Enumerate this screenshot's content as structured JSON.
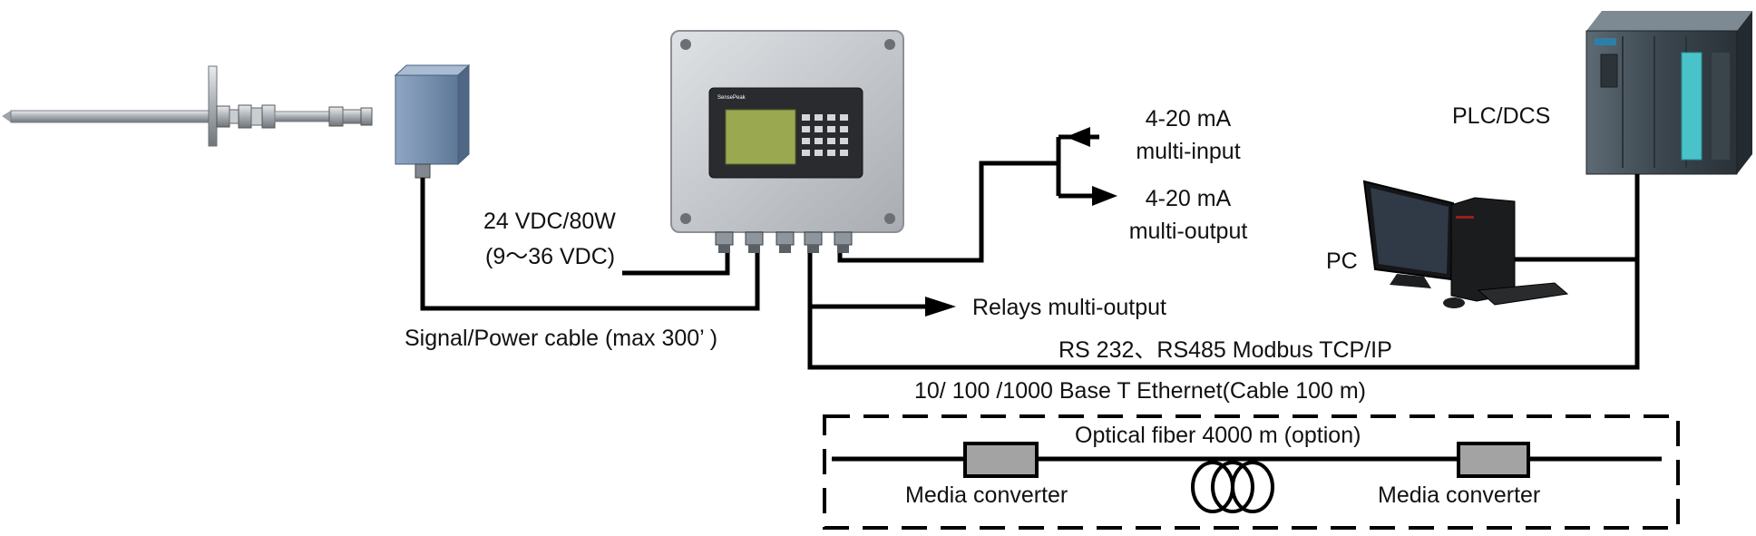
{
  "labels": {
    "power_line1": "24 VDC/80W",
    "power_line2": "(9～36 VDC)",
    "signal_cable": "Signal/Power  cable (max 300’ )",
    "input_line1": "4-20 mA",
    "input_line2": "multi-input",
    "output_line1": "4-20 mA",
    "output_line2": "multi-output",
    "relays": "Relays multi-output",
    "plc": "PLC/DCS",
    "pc": "PC",
    "rs": "RS 232、RS485 Modbus TCP/IP",
    "ethernet": "10/ 100 /1000 Base T Ethernet(Cable 100 m)",
    "fiber": "Optical fiber 4000 m (option)",
    "converter_left": "Media converter",
    "converter_right": "Media converter"
  },
  "device": {
    "brand": "SensePeak"
  },
  "colors": {
    "wire": "#000000",
    "enclosure": "#c9cdd1",
    "panel": "#2a2b2e",
    "lcd": "#9aa84f",
    "plc_accent": "#49c3c9",
    "converter": "#a3a3a3"
  },
  "icons": [
    "probe-icon",
    "transmitter-enclosure-icon",
    "plc-rack-icon",
    "pc-icon",
    "fiber-coil-icon"
  ]
}
